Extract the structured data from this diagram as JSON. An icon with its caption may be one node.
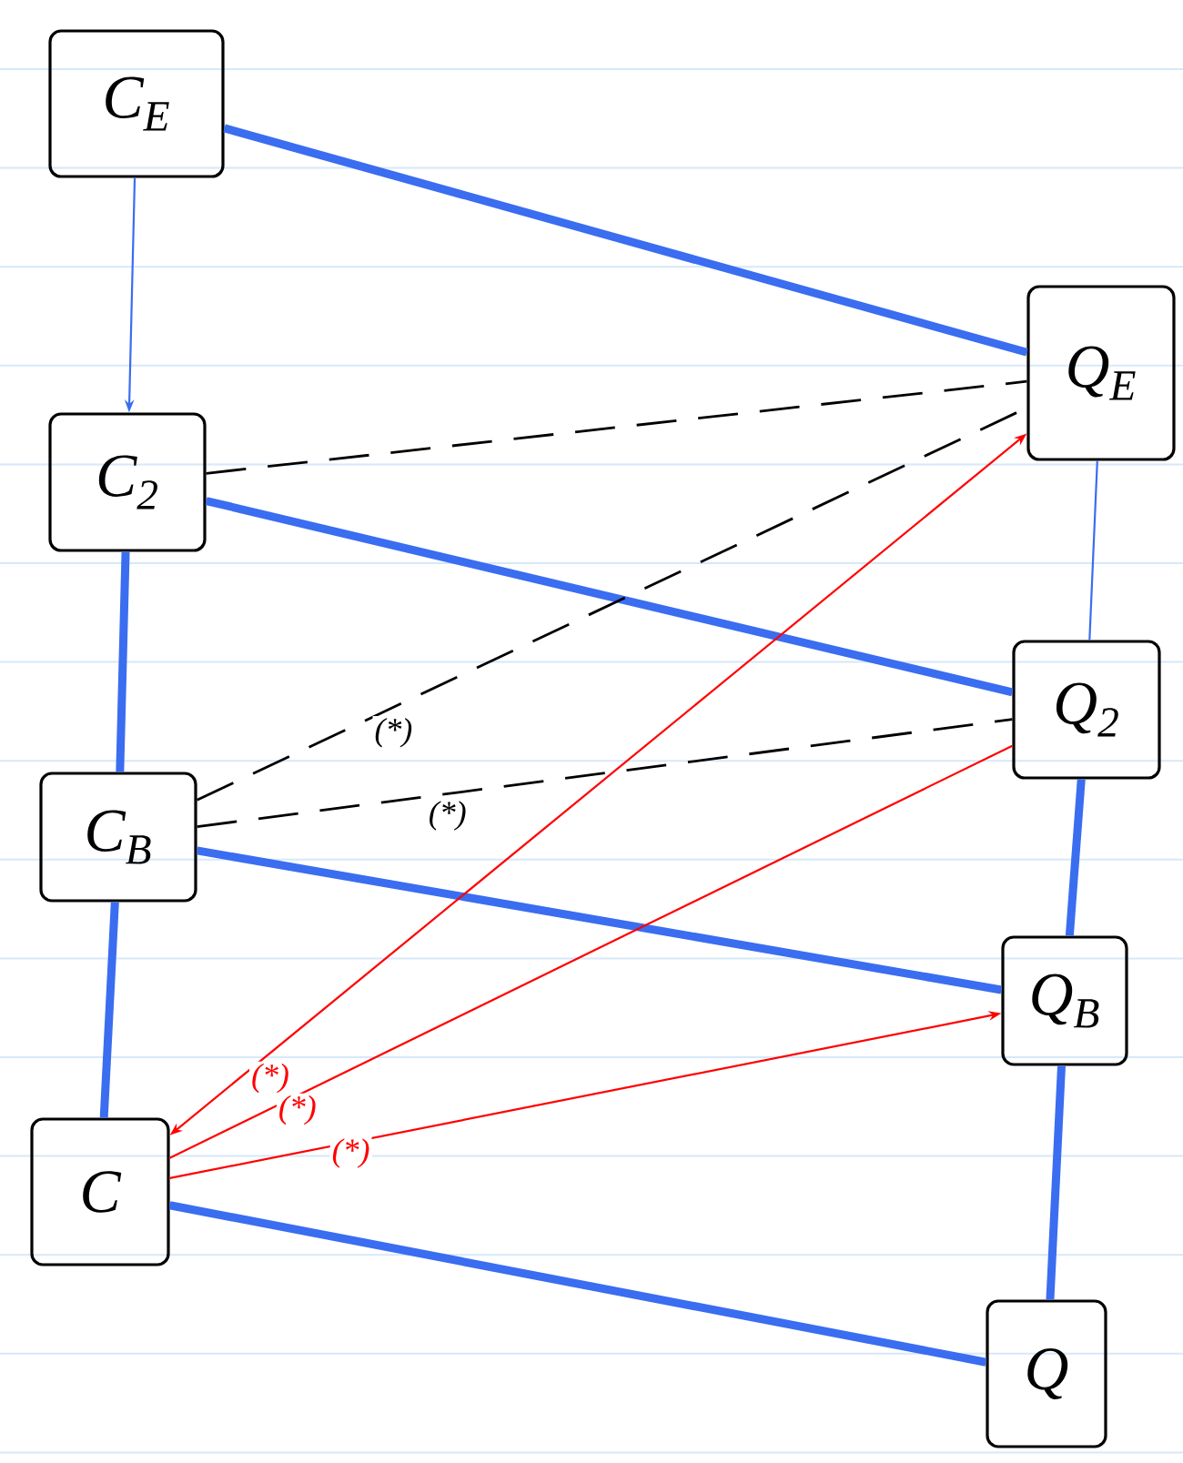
{
  "diagram": {
    "nodes": [
      {
        "text": [
          "C$_{E}$"
        ]
      },
      {
        "text": [
          "C$_{2}$"
        ]
      },
      {
        "text": [
          "C$_{B}$"
        ]
      },
      {
        "text": [
          "C"
        ]
      },
      {
        "text": [
          "Q$_{E}$"
        ]
      },
      {
        "text": [
          "Q$_{2}$"
        ]
      },
      {
        "text": [
          "Q$_{B}$"
        ]
      },
      {
        "text": [
          "Q"
        ]
      }
    ],
    "edges": [
      {
        "from": 0,
        "to": 4,
        "arrow": "none",
        "style": "thick",
        "color": "#3a6df0"
      },
      {
        "from": 0,
        "to": 1,
        "arrow": "to",
        "color": "#3a6df0"
      },
      {
        "from": 1,
        "to": 4,
        "arrow": "none",
        "style": "dashed",
        "color": "#000000"
      },
      {
        "from": 1,
        "to": 5,
        "arrow": "none",
        "style": "thick",
        "color": "#3a6df0"
      },
      {
        "from": 1,
        "to": 2,
        "arrow": "none",
        "style": "thick",
        "color": "#3a6df0"
      },
      {
        "from": 2,
        "to": 4,
        "arrow": "none",
        "style": "dashed",
        "color": "#000000",
        "label": "(*)"
      },
      {
        "from": 2,
        "to": 5,
        "arrow": "none",
        "style": "dashed",
        "color": "#000000",
        "label": "(*)"
      },
      {
        "from": 2,
        "to": 6,
        "arrow": "none",
        "style": "thick",
        "color": "#3a6df0"
      },
      {
        "from": 2,
        "to": 3,
        "arrow": "none",
        "style": "thick",
        "color": "#3a6df0"
      },
      {
        "from": 3,
        "to": 7,
        "arrow": "none",
        "style": "thick",
        "color": "#3a6df0"
      },
      {
        "from": 4,
        "to": 5,
        "arrow": "none",
        "color": "#3a6df0"
      },
      {
        "from": 5,
        "to": 6,
        "arrow": "none",
        "style": "thick",
        "color": "#3a6df0"
      },
      {
        "from": 6,
        "to": 7,
        "arrow": "none",
        "style": "thick",
        "color": "#3a6df0"
      },
      {
        "from": 4,
        "to": 3,
        "arrow": "both",
        "color": "#ff0000",
        "label": "(*)"
      },
      {
        "from": 5,
        "to": 3,
        "arrow": "none",
        "color": "#ff0000",
        "label": "(*)"
      },
      {
        "from": 3,
        "to": 6,
        "arrow": "to",
        "color": "#ff0000",
        "label": "(*)"
      }
    ]
  }
}
